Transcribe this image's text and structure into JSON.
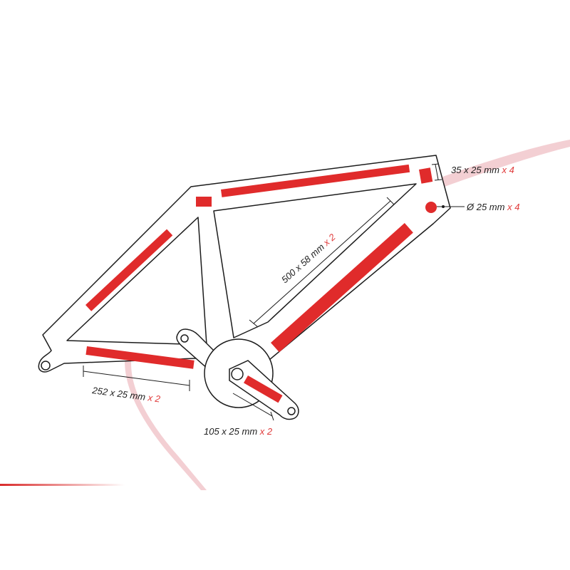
{
  "colors": {
    "frame_stroke": "#1c1c1c",
    "protector_red": "#e02b2b",
    "swoosh_pink": "#f1c7cb",
    "label_text": "#222222",
    "multiplier_red": "#e03a3a"
  },
  "labels": {
    "headtube_patch": {
      "size": "35 x 25 mm",
      "qty": "x 4"
    },
    "round_dot": {
      "size": "Ø 25 mm",
      "qty": "x 4"
    },
    "downtube_strip": {
      "size": "500 x 58 mm",
      "qty": "x 2"
    },
    "chainstay_strip": {
      "size": "252 x 25 mm",
      "qty": "x 2"
    },
    "crank_strip": {
      "size": "105 x 25 mm",
      "qty": "x 2"
    }
  }
}
